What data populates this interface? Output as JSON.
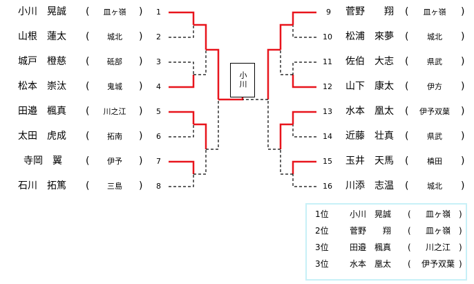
{
  "champion": "小川",
  "left_players": [
    {
      "num": "1",
      "name": "小川　晃誠",
      "school": "皿ヶ嶺"
    },
    {
      "num": "2",
      "name": "山根　蓮太",
      "school": "城北"
    },
    {
      "num": "3",
      "name": "城戸　橙慈",
      "school": "砥部"
    },
    {
      "num": "4",
      "name": "松本　崇汰",
      "school": "鬼城"
    },
    {
      "num": "5",
      "name": "田邉　楓真",
      "school": "川之江"
    },
    {
      "num": "6",
      "name": "太田　虎成",
      "school": "拓南"
    },
    {
      "num": "7",
      "name": "寺岡　翼",
      "school": "伊予"
    },
    {
      "num": "8",
      "name": "石川　拓篤",
      "school": "三島"
    }
  ],
  "right_players": [
    {
      "num": "9",
      "name": "菅野　　翔",
      "school": "皿ヶ嶺"
    },
    {
      "num": "10",
      "name": "松浦　來夢",
      "school": "城北"
    },
    {
      "num": "11",
      "name": "佐伯　大志",
      "school": "県武"
    },
    {
      "num": "12",
      "name": "山下　康太",
      "school": "伊方"
    },
    {
      "num": "13",
      "name": "水本　凰太",
      "school": "伊予双葉"
    },
    {
      "num": "14",
      "name": "近藤　壮真",
      "school": "県武"
    },
    {
      "num": "15",
      "name": "玉井　天馬",
      "school": "槙田"
    },
    {
      "num": "16",
      "name": "川添　志温",
      "school": "城北"
    }
  ],
  "results": [
    {
      "rank": "1位",
      "name": "小川　晃誠",
      "school": "皿ヶ嶺"
    },
    {
      "rank": "2位",
      "name": "菅野　　翔",
      "school": "皿ヶ嶺"
    },
    {
      "rank": "3位",
      "name": "田邉　楓真",
      "school": "川之江"
    },
    {
      "rank": "3位",
      "name": "水本　凰太",
      "school": "伊予双葉"
    }
  ],
  "colors": {
    "win_line": "#e8141c",
    "lose_line": "#000000",
    "results_border": "#c7f0f7"
  }
}
